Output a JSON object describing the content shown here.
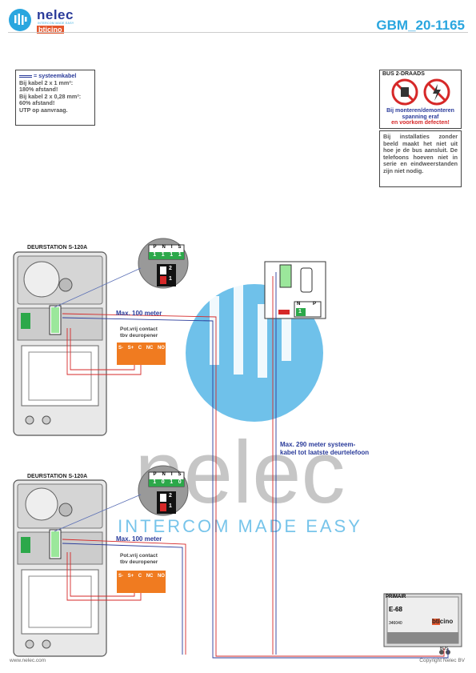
{
  "header": {
    "brand_name": "nelec",
    "brand_tagline": "INTERCOM MADE EASY",
    "brand_sub": "bticino",
    "doc_code": "GBM_20-1165"
  },
  "cable_note": {
    "legend": "= systeemkabel",
    "lines": [
      "Bij kabel 2 x 1 mm²:",
      "180% afstand!",
      "Bij kabel 2 x 0,28 mm²:",
      "60% afstand!",
      "UTP op aanvraag."
    ]
  },
  "bus_warning": {
    "title": "BUS 2-DRAADS",
    "line1": "Bij monteren/demonteren",
    "line2": "spanning eraf",
    "line3": "en voorkom defecten!"
  },
  "install_note": "Bij installaties zonder beeld maakt het niet uit hoe je de bus aansluit. De telefoons hoeven niet in serie en eindweerstanden zijn niet nodig.",
  "stations": [
    {
      "title": "DEURSTATION S-120A",
      "max": "Max. 100 meter",
      "contact": [
        "Pot.vrij contact",
        "tbv deuropener"
      ],
      "terminals": [
        "S-",
        "S+",
        "C",
        "NC",
        "NO"
      ],
      "dip": [
        "P",
        "N",
        "I",
        "S"
      ],
      "dip_vals": [
        "1",
        "1",
        "1",
        "1"
      ],
      "switch": [
        "2",
        "1"
      ]
    },
    {
      "title": "DEURSTATION S-120A",
      "max": "Max. 100 meter",
      "contact": [
        "Pot.vrij contact",
        "tbv deuropener"
      ],
      "terminals": [
        "S-",
        "S+",
        "C",
        "NC",
        "NO"
      ],
      "dip": [
        "P",
        "N",
        "I",
        "S"
      ],
      "dip_vals": [
        "1",
        "0",
        "1",
        "0"
      ],
      "switch": [
        "2",
        "1"
      ]
    }
  ],
  "handset": {
    "np": [
      "N",
      "P"
    ],
    "np_val": "1"
  },
  "max_system": [
    "Max. 290 meter systeem-",
    "kabel tot laatste deurtelefoon"
  ],
  "power": {
    "label": "PRIMAIR",
    "model": "E-68",
    "code": "346040",
    "brand": "bticino",
    "bus": "BUS"
  },
  "watermark": {
    "text": "nelec",
    "tagline": "INTERCOM MADE EASY"
  },
  "footer": {
    "left": "www.nelec.com",
    "right": "Copyright Nelec BV"
  },
  "colors": {
    "blue": "#2a3b9a",
    "cyan": "#2aa6df",
    "orange": "#f07b20",
    "red": "#d62828",
    "green": "#2ca84a"
  }
}
